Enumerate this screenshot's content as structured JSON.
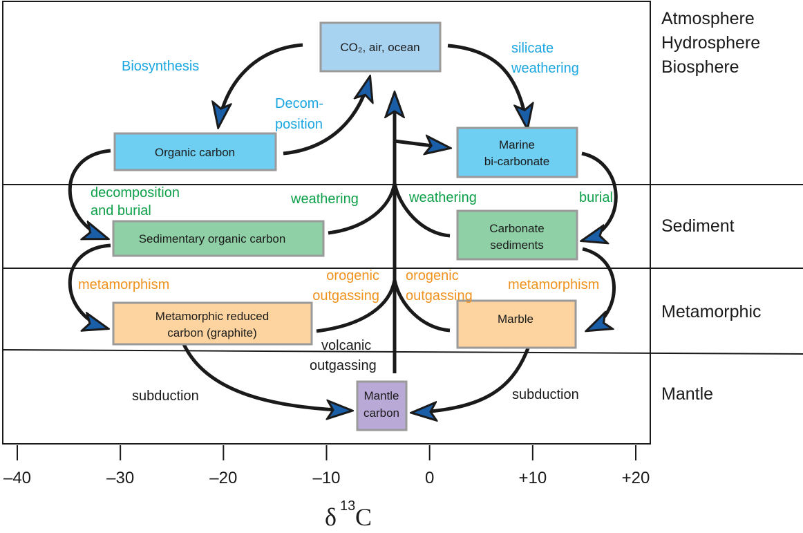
{
  "title": "Carbon cycle reservoirs and isotopic composition",
  "colors": {
    "atmosphere_label": "#1aa6e0",
    "sediment_label": "#0fa04a",
    "metamorphic_label": "#f0921e",
    "mantle_label": "#1a1a1a",
    "box_co2": "#a7d3f0",
    "box_biosphere": "#6fcff2",
    "box_sediment": "#8fd0a6",
    "box_metamorphic": "#fdd49f",
    "box_mantle": "#b9a9d6",
    "box_border": "#9a9a9a",
    "arrowhead": "#1a5ea8"
  },
  "layers": [
    {
      "id": "atmosphere",
      "label_lines": [
        "Atmosphere",
        "Hydrosphere",
        "Biosphere"
      ]
    },
    {
      "id": "sediment",
      "label_lines": [
        "Sediment"
      ]
    },
    {
      "id": "metamorphic",
      "label_lines": [
        "Metamorphic"
      ]
    },
    {
      "id": "mantle",
      "label_lines": [
        "Mantle"
      ]
    }
  ],
  "reservoirs": {
    "co2": {
      "lines": [
        "CO₂, air, ocean"
      ]
    },
    "organic_carbon": {
      "lines": [
        "Organic carbon"
      ]
    },
    "marine_bicarbonate": {
      "lines": [
        "Marine",
        "bi-carbonate"
      ]
    },
    "sedimentary_organic": {
      "lines": [
        "Sedimentary organic carbon"
      ]
    },
    "carbonate_sediments": {
      "lines": [
        "Carbonate",
        "sediments"
      ]
    },
    "metamorphic_reduced": {
      "lines": [
        "Metamorphic reduced",
        "carbon (graphite)"
      ]
    },
    "marble": {
      "lines": [
        "Marble"
      ]
    },
    "mantle_carbon": {
      "lines": [
        "Mantle",
        "carbon"
      ]
    }
  },
  "processes": {
    "biosynthesis": {
      "lines": [
        "Biosynthesis"
      ]
    },
    "decomposition": {
      "lines": [
        "Decom-",
        "position"
      ]
    },
    "silicate_weathering": {
      "lines": [
        "silicate",
        "weathering"
      ]
    },
    "decomposition_burial": {
      "lines": [
        "decomposition",
        "and burial"
      ]
    },
    "weathering_left": {
      "lines": [
        "weathering"
      ]
    },
    "weathering_right": {
      "lines": [
        "weathering"
      ]
    },
    "burial": {
      "lines": [
        "burial"
      ]
    },
    "metamorphism_left": {
      "lines": [
        "metamorphism"
      ]
    },
    "metamorphism_right": {
      "lines": [
        "metamorphism"
      ]
    },
    "orogenic_left": {
      "lines": [
        "orogenic",
        "outgassing"
      ]
    },
    "orogenic_right": {
      "lines": [
        "orogenic",
        "outgassing"
      ]
    },
    "volcanic": {
      "lines": [
        "volcanic",
        "outgassing"
      ]
    },
    "subduction_left": {
      "lines": [
        "subduction"
      ]
    },
    "subduction_right": {
      "lines": [
        "subduction"
      ]
    }
  },
  "chart_data": {
    "type": "diagram",
    "title": "",
    "xlabel": "δ13C",
    "xlabel_parts": {
      "symbol": "δ",
      "superscript": "13",
      "element": "C"
    },
    "xlim": [
      -40,
      20
    ],
    "x_ticks": [
      -40,
      -30,
      -20,
      -10,
      0,
      10,
      20
    ],
    "x_tick_labels": [
      "–40",
      "–30",
      "–20",
      "–10",
      "0",
      "+10",
      "+20"
    ],
    "reservoir_d13c_ranges": [
      {
        "name": "CO₂, air, ocean",
        "layer": "atmosphere",
        "range": [
          -11,
          -2
        ]
      },
      {
        "name": "Organic carbon",
        "layer": "atmosphere",
        "range": [
          -31,
          -15
        ]
      },
      {
        "name": "Marine bi-carbonate",
        "layer": "atmosphere",
        "range": [
          2,
          14
        ]
      },
      {
        "name": "Sedimentary organic carbon",
        "layer": "sediment",
        "range": [
          -31,
          -11
        ]
      },
      {
        "name": "Carbonate sediments",
        "layer": "sediment",
        "range": [
          2,
          14
        ]
      },
      {
        "name": "Metamorphic reduced carbon (graphite)",
        "layer": "metamorphic",
        "range": [
          -31,
          -12
        ]
      },
      {
        "name": "Marble",
        "layer": "metamorphic",
        "range": [
          2,
          14
        ]
      },
      {
        "name": "Mantle carbon",
        "layer": "mantle",
        "range": [
          -8,
          -3
        ]
      }
    ],
    "flows": [
      {
        "from": "CO₂, air, ocean",
        "to": "Organic carbon",
        "label": "Biosynthesis"
      },
      {
        "from": "Organic carbon",
        "to": "CO₂, air, ocean",
        "label": "Decomposition"
      },
      {
        "from": "CO₂, air, ocean",
        "to": "Marine bi-carbonate",
        "label": "silicate weathering"
      },
      {
        "from": "Central axis",
        "to": "Marine bi-carbonate",
        "label": ""
      },
      {
        "from": "Organic carbon",
        "to": "Sedimentary organic carbon",
        "label": "decomposition and burial"
      },
      {
        "from": "Marine bi-carbonate",
        "to": "Carbonate sediments",
        "label": "burial"
      },
      {
        "from": "Sedimentary organic carbon",
        "to": "CO₂, air, ocean",
        "label": "weathering"
      },
      {
        "from": "Carbonate sediments",
        "to": "CO₂, air, ocean",
        "label": "weathering"
      },
      {
        "from": "Sedimentary organic carbon",
        "to": "Metamorphic reduced carbon (graphite)",
        "label": "metamorphism"
      },
      {
        "from": "Carbonate sediments",
        "to": "Marble",
        "label": "metamorphism"
      },
      {
        "from": "Metamorphic reduced carbon (graphite)",
        "to": "CO₂, air, ocean",
        "label": "orogenic outgassing"
      },
      {
        "from": "Marble",
        "to": "CO₂, air, ocean",
        "label": "orogenic outgassing"
      },
      {
        "from": "Mantle carbon",
        "to": "CO₂, air, ocean",
        "label": "volcanic outgassing"
      },
      {
        "from": "Metamorphic reduced carbon (graphite)",
        "to": "Mantle carbon",
        "label": "subduction"
      },
      {
        "from": "Marble",
        "to": "Mantle carbon",
        "label": "subduction"
      }
    ]
  }
}
